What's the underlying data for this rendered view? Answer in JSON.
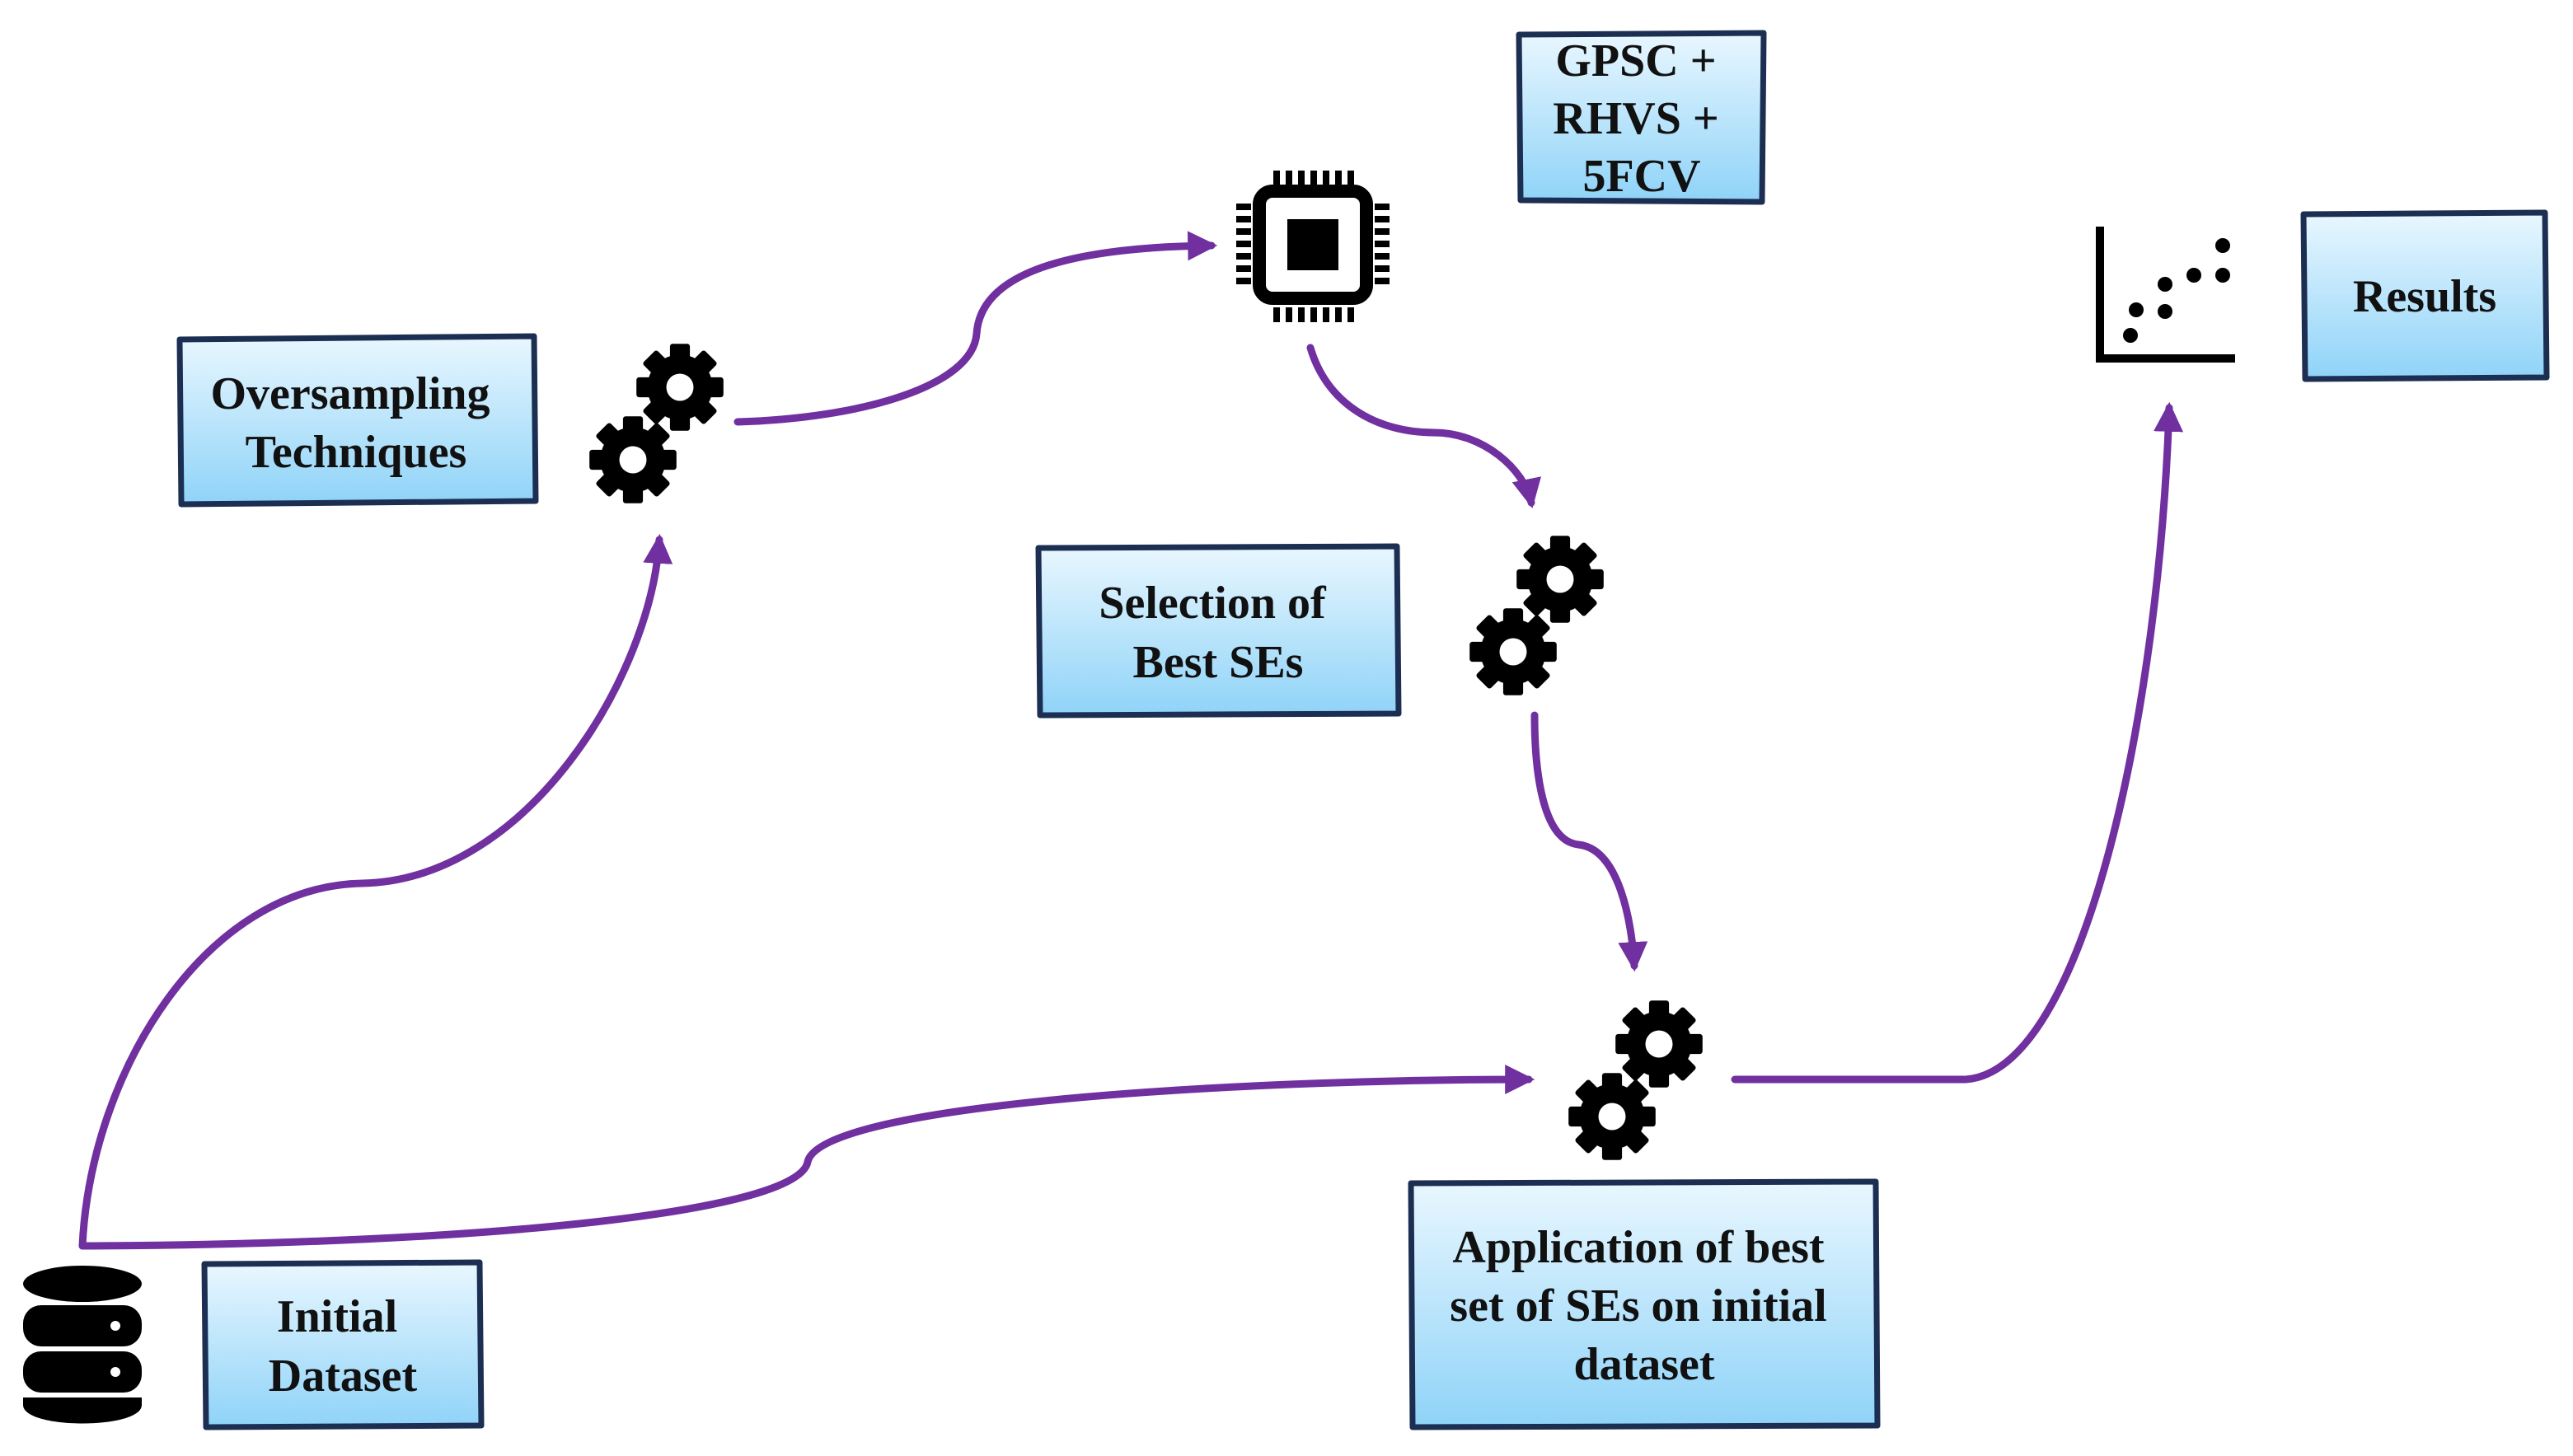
{
  "colors": {
    "box_fill_top": "#e9f7ff",
    "box_fill_bottom": "#8fd3f8",
    "box_border": "#1c2f52",
    "arrow": "#7030a0",
    "icon": "#000000"
  },
  "boxes": {
    "oversampling": {
      "lines": [
        "Oversampling",
        "Techniques"
      ]
    },
    "gpsc": {
      "lines": [
        "GPSC +",
        "RHVS +",
        "5FCV"
      ]
    },
    "selection": {
      "lines": [
        "Selection of",
        "Best SEs"
      ]
    },
    "results": {
      "lines": [
        "Results"
      ]
    },
    "initial": {
      "lines": [
        "Initial",
        "Dataset"
      ]
    },
    "application": {
      "lines": [
        "Application of best",
        "set of SEs on initial",
        "dataset"
      ]
    }
  },
  "icons": {
    "database": "database-icon",
    "gears_oversampling": "gears-icon",
    "processor": "cpu-icon",
    "gears_selection": "gears-icon",
    "gears_application": "gears-icon",
    "results_chart": "scatter-plot-icon"
  },
  "connectors": [
    {
      "from": "initial-dataset",
      "to": "oversampling-gears"
    },
    {
      "from": "oversampling-gears",
      "to": "processor"
    },
    {
      "from": "processor",
      "to": "selection-gears"
    },
    {
      "from": "selection-gears",
      "to": "application-gears"
    },
    {
      "from": "initial-dataset",
      "to": "application-gears"
    },
    {
      "from": "application-gears",
      "to": "results-chart"
    }
  ]
}
